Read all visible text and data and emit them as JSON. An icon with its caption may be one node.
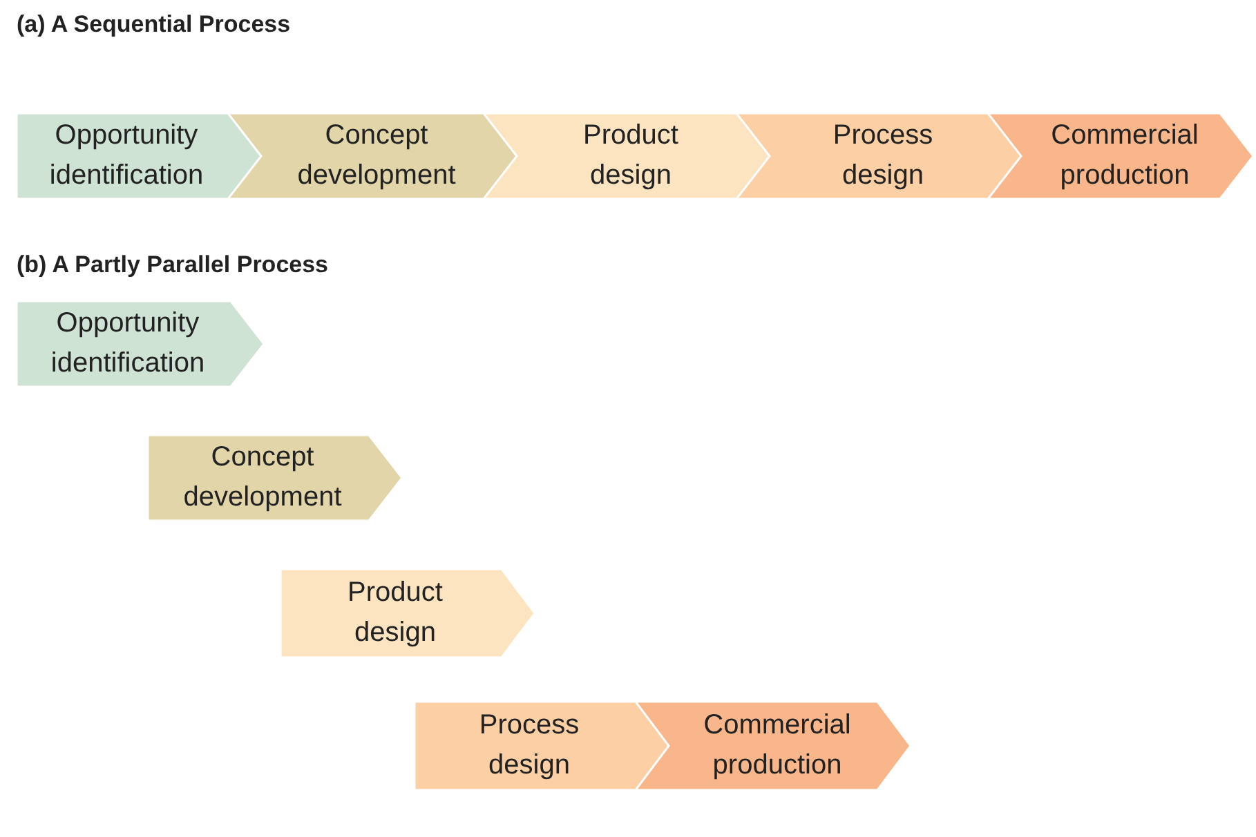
{
  "diagram": {
    "nodes": [
      {
        "text": [
          "Opportunity identification"
        ]
      },
      {
        "text": [
          "Concept development"
        ]
      },
      {
        "text": [
          "Product design"
        ]
      },
      {
        "text": [
          "Process design"
        ]
      },
      {
        "text": [
          "Commercial production"
        ]
      },
      {
        "text": [
          "Opportunity identification"
        ]
      },
      {
        "text": [
          "Concept development"
        ]
      },
      {
        "text": [
          "Product design"
        ]
      },
      {
        "text": [
          "Process design"
        ]
      },
      {
        "text": [
          "Commercial production"
        ]
      }
    ],
    "edges": [],
    "labels": [
      "(a) A Sequential Process",
      "(b) A Partly Parallel Process"
    ]
  }
}
